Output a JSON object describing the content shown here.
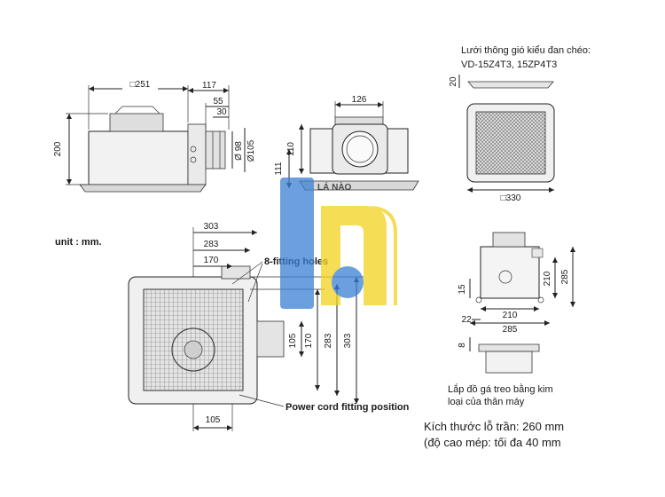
{
  "grille": {
    "title": "Lưới thông gió kiểu đan chéo:",
    "models": "VD-15Z4T3, 15ZP4T3",
    "dim_20": "20",
    "dim_330": "□330"
  },
  "side_view": {
    "dim_251": "□251",
    "dim_117": "117",
    "dim_55": "55",
    "dim_30": "30",
    "dim_200": "200",
    "dim_98": "Ø 98",
    "dim_105": "Ø105"
  },
  "front_view": {
    "dim_126": "126",
    "dim_110": "110",
    "dim_111": "111"
  },
  "unit_label": "unit : mm.",
  "bottom_view": {
    "dim_303": "303",
    "dim_283": "283",
    "dim_170": "170",
    "dim_105_v": "105",
    "dim_170_v": "170",
    "dim_283_v": "283",
    "dim_303_v": "303",
    "dim_105_h": "105",
    "fitting_holes": "8-fitting holes",
    "power_cord": "Power cord fitting position"
  },
  "bracket_view": {
    "dim_210_v": "210",
    "dim_285_v": "285",
    "dim_15": "15",
    "dim_22": "22",
    "dim_210_h": "210",
    "dim_285_h": "285",
    "dim_8": "8",
    "caption_line1": "Lắp đồ gá treo bằng kim",
    "caption_line2": "loại của thân máy"
  },
  "ceiling_info": {
    "line1": "Kích thước lỗ trần: 260 mm",
    "line2": "(độ cao mép: tối đa 40 mm"
  },
  "watermark": {
    "text": "LÁ NÀO",
    "colors": {
      "blue": "#3a7fd4",
      "yellow": "#f4d21e"
    }
  }
}
